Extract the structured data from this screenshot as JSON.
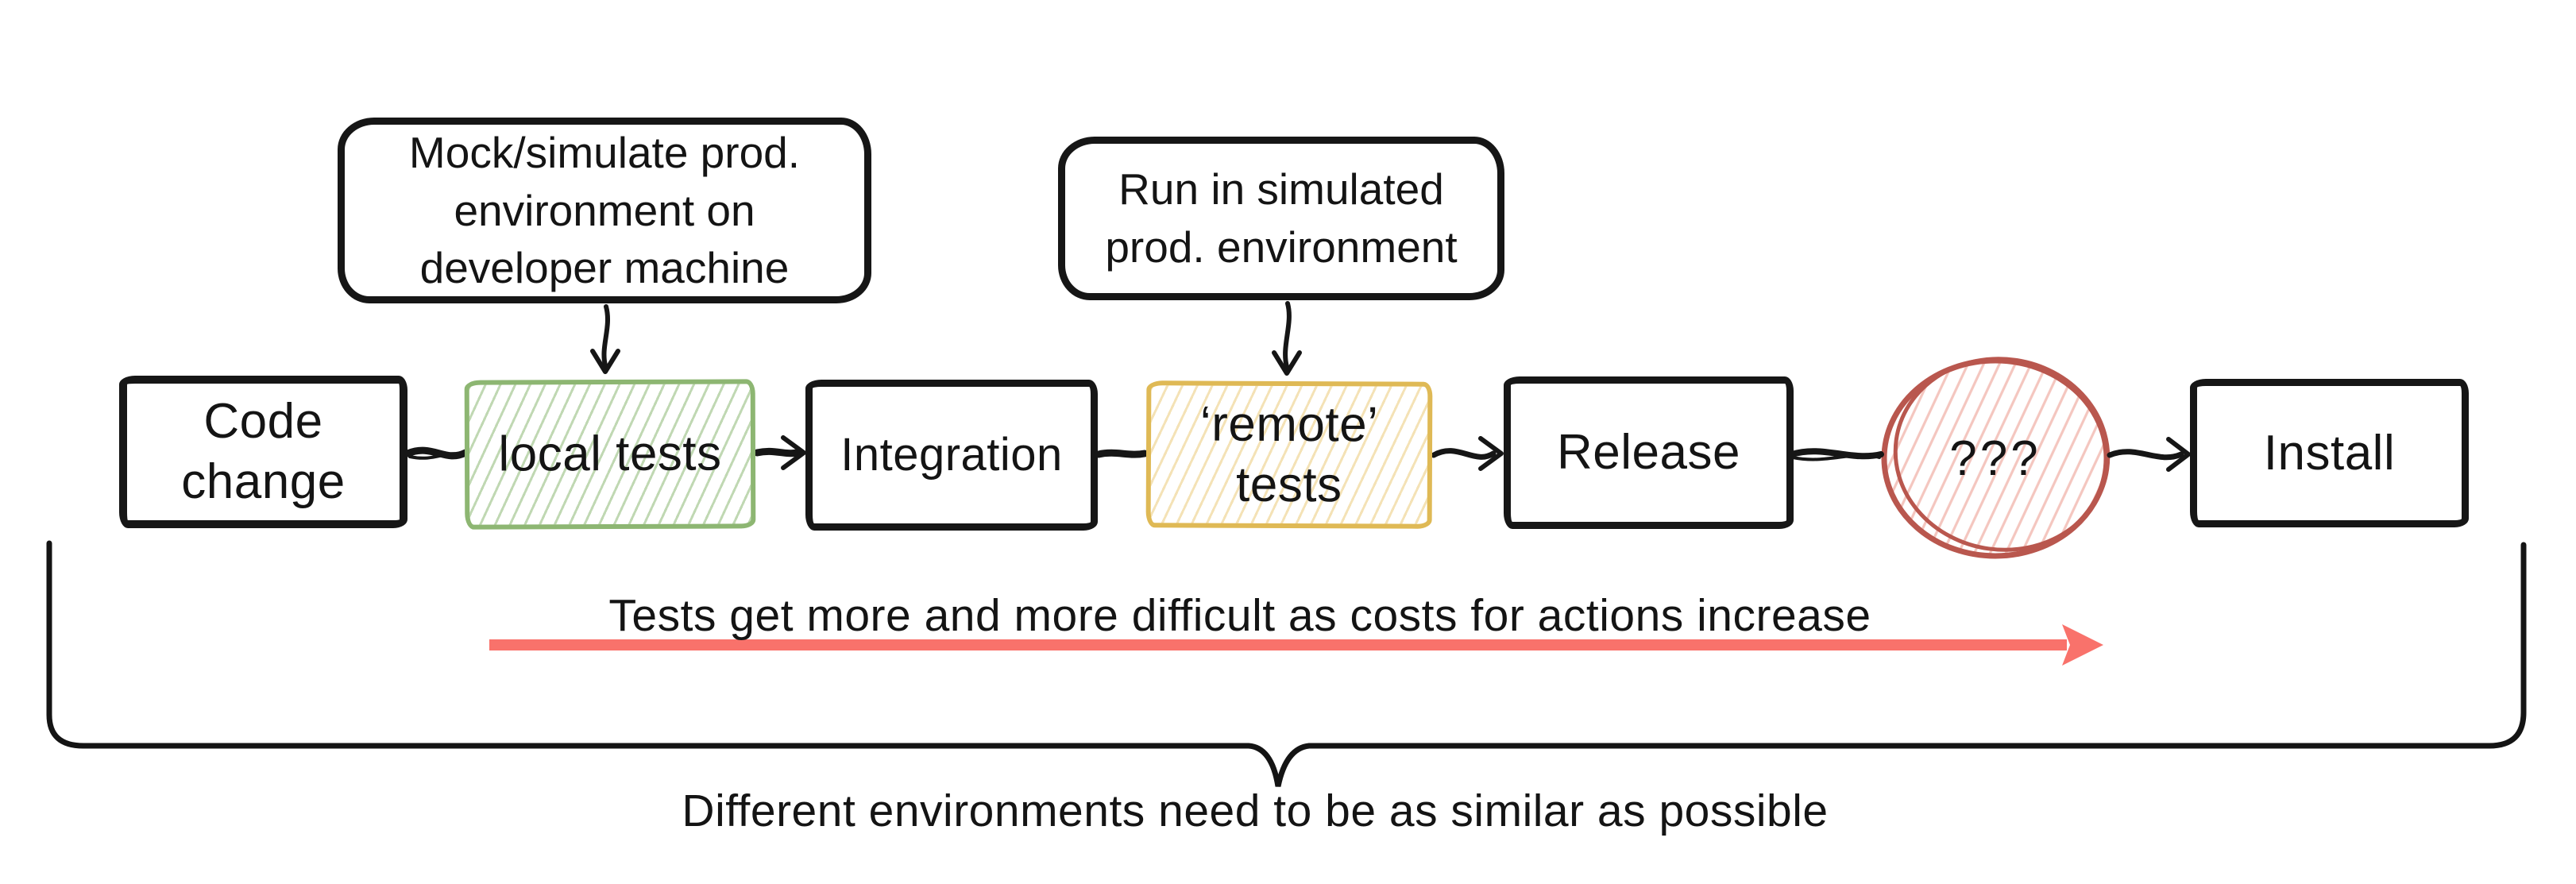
{
  "diagram": {
    "callouts": [
      {
        "text": "Mock/simulate prod. environment on developer machine"
      },
      {
        "text": "Run in simulated prod. environment"
      }
    ],
    "pipeline": [
      {
        "label": "Code change"
      },
      {
        "label": "local tests"
      },
      {
        "label": "Integration"
      },
      {
        "label": "‘remote’ tests"
      },
      {
        "label": "Release"
      },
      {
        "label": "???"
      },
      {
        "label": "Install"
      }
    ],
    "annotations": {
      "costs_arrow_text": "Tests get more and more difficult as costs for actions increase",
      "environments_text": "Different environments need to be as similar as possible"
    },
    "colors": {
      "ink": "#161616",
      "green_stroke": "#8db672",
      "yellow_stroke": "#dfb955",
      "red_stroke": "#b9574e",
      "red_hatch": "#f4c6bf",
      "arrow_red": "#f9726b"
    }
  }
}
